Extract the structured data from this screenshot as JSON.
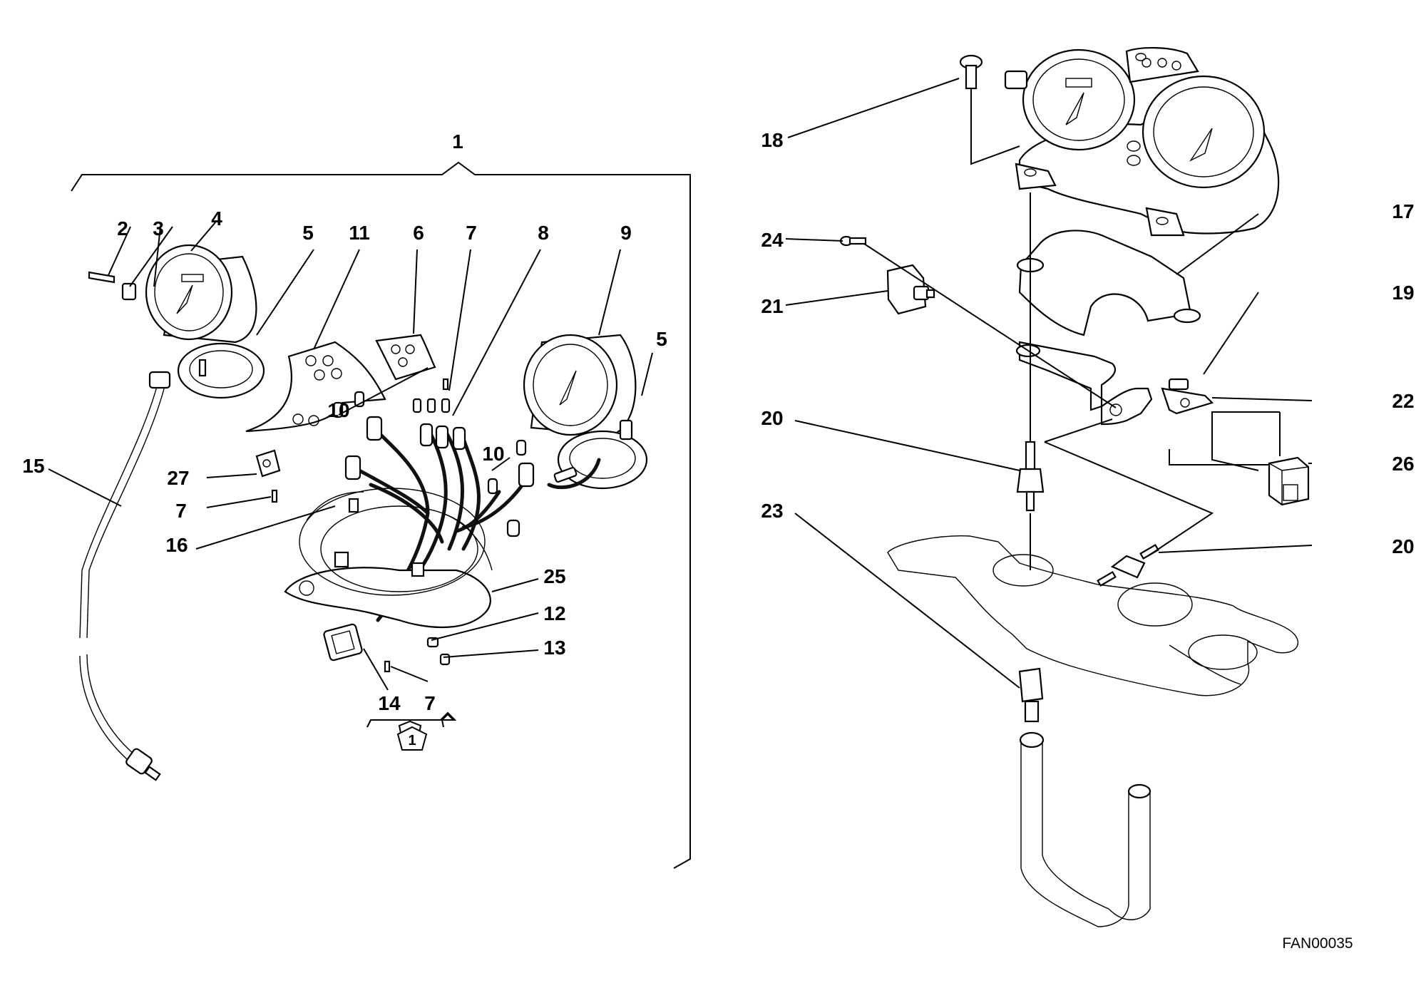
{
  "drawing_code": "FAN00035",
  "group_label": "1",
  "kit_marker": "1",
  "callouts": {
    "c1": "1",
    "c2": "2",
    "c3": "3",
    "c4": "4",
    "c5a": "5",
    "c11": "11",
    "c6": "6",
    "c7a": "7",
    "c8": "8",
    "c9": "9",
    "c5b": "5",
    "c10a": "10",
    "c10b": "10",
    "c15": "15",
    "c27": "27",
    "c7b": "7",
    "c16": "16",
    "c25": "25",
    "c12": "12",
    "c13": "13",
    "c14": "14",
    "c7c": "7",
    "c18": "18",
    "c17": "17",
    "c24": "24",
    "c21": "21",
    "c19": "19",
    "c22": "22",
    "c20a": "20",
    "c26": "26",
    "c23": "23",
    "c20b": "20"
  }
}
